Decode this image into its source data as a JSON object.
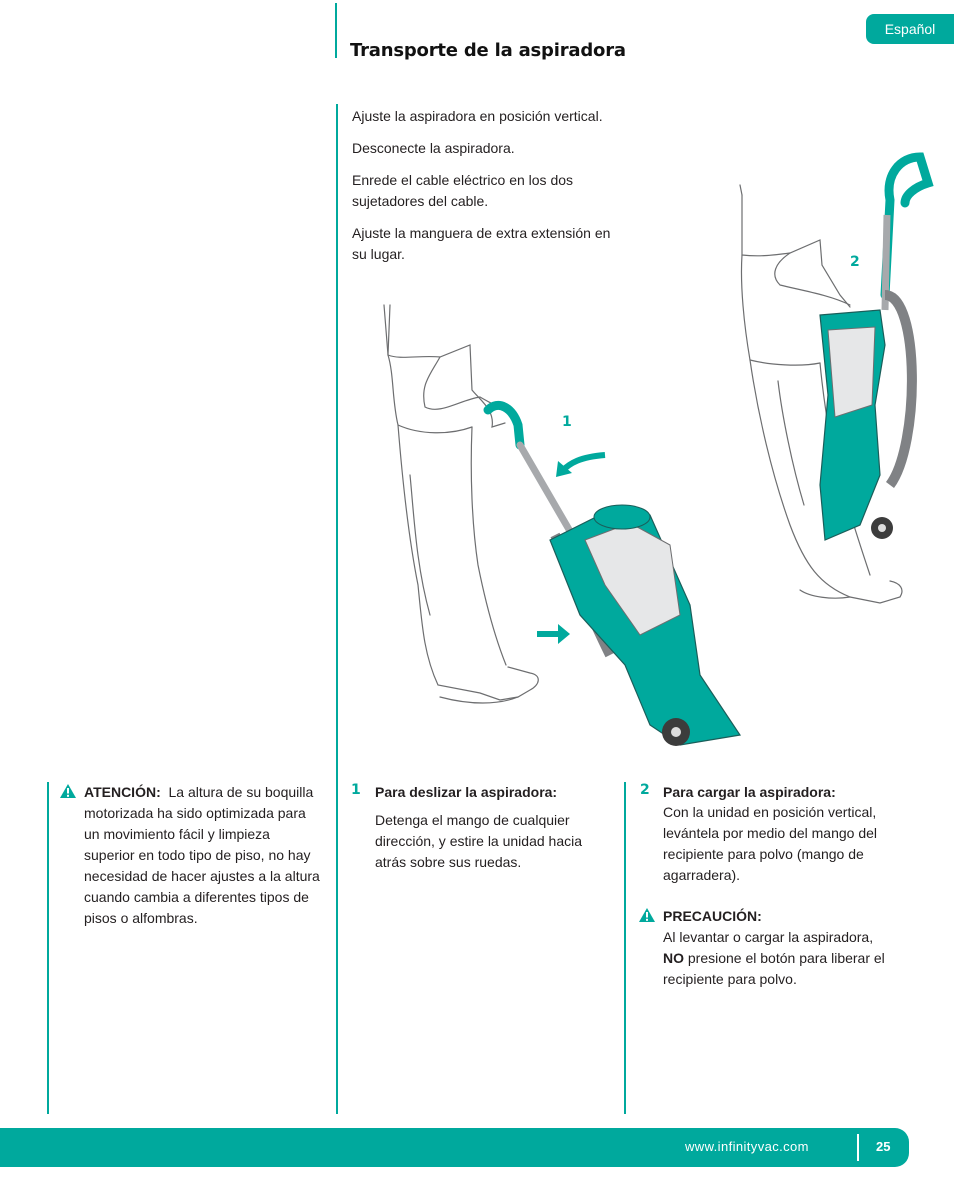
{
  "header": {
    "language_tab": "Español",
    "section_title": "Transporte de la aspiradora"
  },
  "intro_steps": [
    "Ajuste la aspiradora en posición vertical.",
    "Desconecte la aspiradora.",
    "Enrede el cable eléctrico en los dos sujetadores del cable.",
    "Ajuste la manguera de extra extensión en su lugar."
  ],
  "illustration": {
    "callout_1": "1",
    "callout_2": "2",
    "accent_color": "#00a99d"
  },
  "attention": {
    "label": "ATENCIÓN:",
    "text": "La altura de su boquilla motorizada ha sido optimizada para un movimiento fácil y limpieza superior en todo tipo de piso, no hay necesidad de hacer ajustes a la altura cuando cambia a diferentes tipos de pisos o alfombras."
  },
  "step1": {
    "number": "1",
    "heading": "Para deslizar la aspiradora:",
    "text": "Detenga el mango de cualquier dirección, y estire la unidad hacia atrás sobre sus ruedas."
  },
  "step2": {
    "number": "2",
    "heading": "Para cargar la aspiradora:",
    "text": "Con la unidad en posición vertical, levántela por medio del mango del recipiente para polvo (mango de agarradera)."
  },
  "caution": {
    "label": "PRECAUCIÓN:",
    "text_before": "Al levantar o cargar la aspiradora,",
    "emphasis": "NO",
    "text_after": "presione el botón para liberar el recipiente para polvo."
  },
  "footer": {
    "url": "www.infinityvac.com",
    "page_number": "25"
  }
}
